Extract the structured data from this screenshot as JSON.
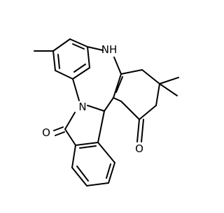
{
  "molecule": {
    "bond_color": "#000000",
    "text_color": "#000000",
    "background": "#ffffff",
    "atoms": [
      {
        "id": "nh",
        "label": "N",
        "sublabel": "H",
        "color": "#0000ff"
      },
      {
        "id": "n",
        "label": "N",
        "color": "#0000ff"
      },
      {
        "id": "o_left",
        "label": "O",
        "color": "#ff0000"
      },
      {
        "id": "o_right",
        "label": "O",
        "color": "#ff0000"
      }
    ]
  }
}
